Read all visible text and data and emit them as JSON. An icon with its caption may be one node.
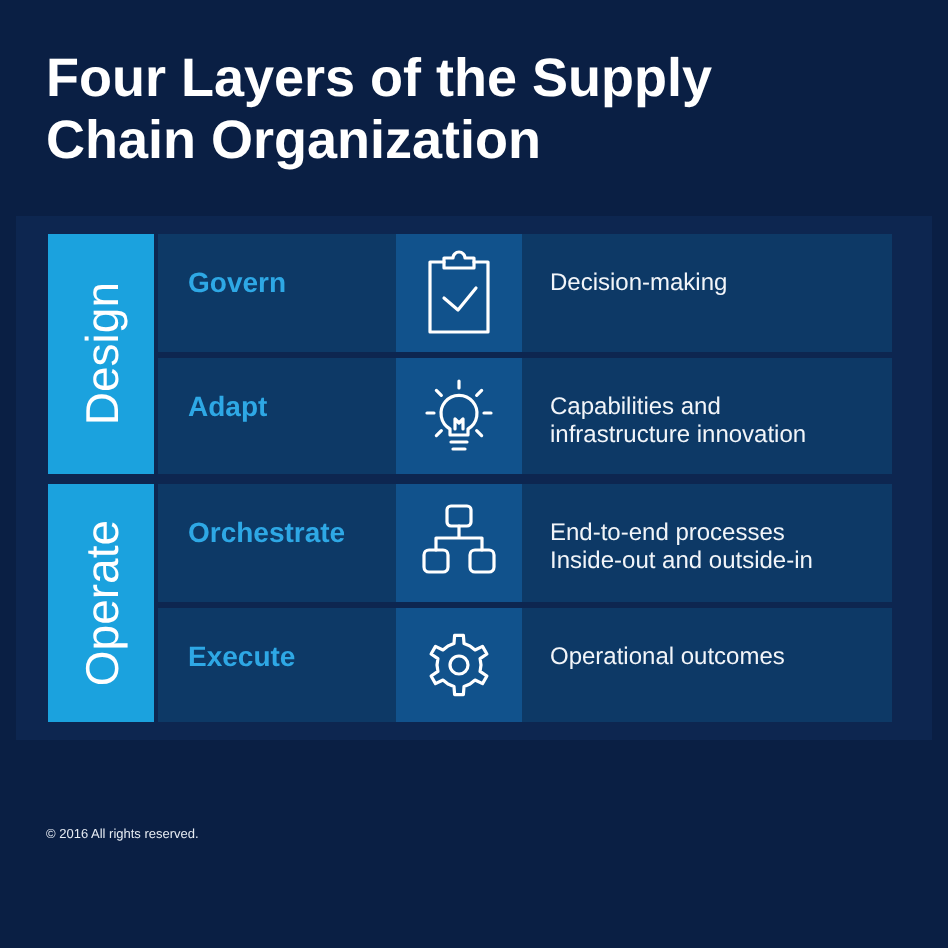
{
  "diagram": {
    "title": "Four Layers of the Supply Chain Organization",
    "nodes": [
      {
        "text": [
          "Design"
        ]
      },
      {
        "text": [
          "Govern",
          "Decision-making"
        ]
      },
      {
        "text": [
          "Adapt",
          "Capabilities and infrastructure innovation"
        ]
      },
      {
        "text": [
          "Operate"
        ]
      },
      {
        "text": [
          "Orchestrate",
          "End-to-end processes Inside-out and outside-in"
        ]
      },
      {
        "text": [
          "Execute",
          "Operational outcomes"
        ]
      }
    ],
    "labels": [
      "© 2016 All rights reserved."
    ]
  }
}
